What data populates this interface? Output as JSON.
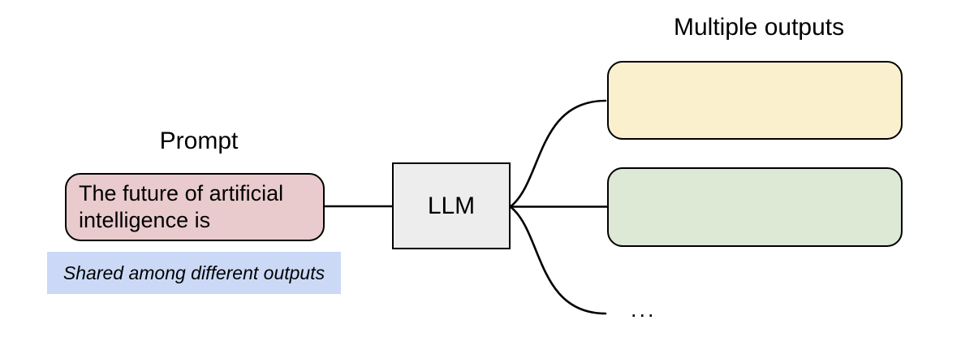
{
  "colors": {
    "background": "#ffffff",
    "stroke": "#000000",
    "text": "#000000",
    "prompt-fill": "#e9cbcd",
    "llm-fill": "#ededed",
    "output-1-fill": "#faf0ce",
    "output-2-fill": "#dde8d5",
    "note-fill": "#cbd9f7"
  },
  "diagram": {
    "prompt": {
      "label": "Prompt",
      "box_text": "The future of artificial intelligence is",
      "note": "Shared among different outputs"
    },
    "llm": {
      "label": "LLM"
    },
    "outputs": {
      "label": "Multiple outputs",
      "ellipsis": "..."
    }
  }
}
